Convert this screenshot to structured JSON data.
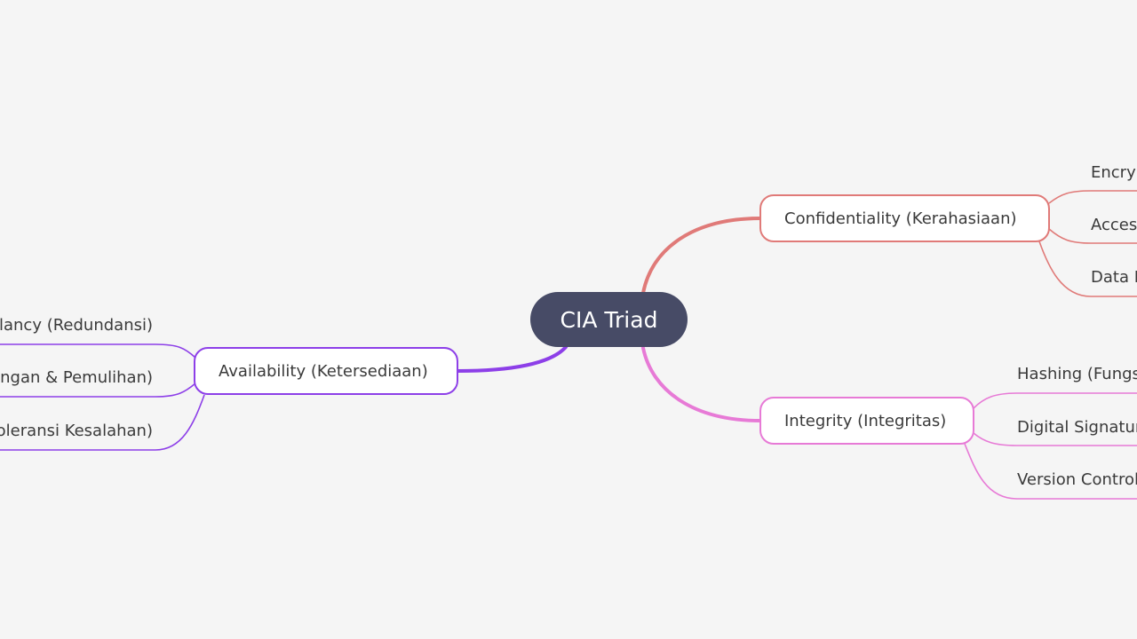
{
  "root": {
    "label": "CIA Triad"
  },
  "colors": {
    "background": "#f5f5f5",
    "root_fill": "#474b66",
    "confidentiality": "#e07a78",
    "integrity": "#e77ad6",
    "availability": "#8d3fe8"
  },
  "confidentiality": {
    "label": "Confidentiality (Kerahasiaan)",
    "children": [
      "Encry",
      "Access",
      "Data M"
    ]
  },
  "integrity": {
    "label": "Integrity (Integritas)",
    "children": [
      "Hashing (Fungs",
      "Digital Signatur",
      "Version Control"
    ]
  },
  "availability": {
    "label": "Availability (Ketersediaan)",
    "children": [
      "lancy (Redundansi)",
      "ngan & Pemulihan)",
      "oleransi Kesalahan)"
    ]
  }
}
